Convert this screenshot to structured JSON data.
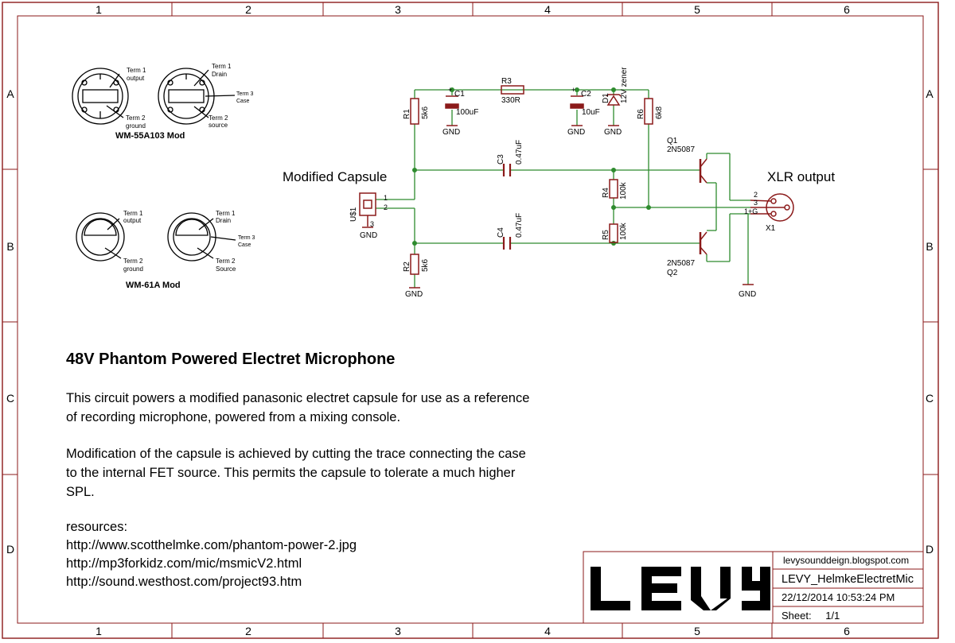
{
  "frame": {
    "col_labels": [
      "1",
      "2",
      "3",
      "4",
      "5",
      "6"
    ],
    "row_labels": [
      "A",
      "B",
      "C",
      "D"
    ]
  },
  "colors": {
    "wire": "#2e8b2e",
    "component": "#8b1a1a",
    "frame": "#8b1a1a",
    "text": "#000000"
  },
  "capsules": {
    "wm55_title": "WM-55A103 Mod",
    "wm61_title": "WM-61A Mod",
    "left_terms": {
      "t1a": "Term 1",
      "t1b": "output",
      "t2a": "Term 2",
      "t2b": "ground"
    },
    "right55_terms": {
      "t1a": "Term 1",
      "t1b": "Drain",
      "t3a": "Term 3",
      "t3b": "Case",
      "t2a": "Term 2",
      "t2b": "source"
    },
    "right61_terms": {
      "t1a": "Term 1",
      "t1b": "Drain",
      "t3a": "Term 3",
      "t3b": "Case",
      "t2a": "Term 2",
      "t2b": "Source"
    }
  },
  "schematic": {
    "modified_capsule_label": "Modified Capsule",
    "xlr_label": "XLR output",
    "labels": {
      "R1": "R1",
      "R1v": "5k6",
      "R2": "R2",
      "R2v": "5k6",
      "R3": "R3",
      "R3v": "330R",
      "R4": "R4",
      "R4v": "100k",
      "R5": "R5",
      "R5v": "100k",
      "R6": "R6",
      "R6v": "6k8",
      "C1": "C1",
      "C1v": "100uF",
      "C2": "C2",
      "C2v": "10uF",
      "C3": "C3",
      "C3v": "0.47uF",
      "C4": "C4",
      "C4v": "0.47uF",
      "D1": "D1",
      "D1v": "12V zener",
      "Q1": "Q1",
      "Q1v": "2N5087",
      "Q2": "Q2",
      "Q2v": "2N5087",
      "U1": "U$1",
      "X1": "X1",
      "gnd": "GND",
      "pin1": "1",
      "pin2": "2",
      "pin3": "3",
      "xlr2": "2",
      "xlr3": "3",
      "xlr1g": "1+G",
      "plus": "+"
    }
  },
  "text": {
    "heading": "48V Phantom Powered Electret Microphone",
    "p1_line1": "This circuit powers a modified panasonic electret capsule for use as a reference",
    "p1_line2": "of recording microphone, powered from a mixing console.",
    "p2_line1": "Modification of the capsule is achieved by cutting the trace connecting the case",
    "p2_line2": "to the internal FET source. This permits the capsule to tolerate a much higher",
    "p2_line3": "SPL.",
    "resources_label": "resources:",
    "links": [
      "http://www.scotthelmke.com/phantom-power-2.jpg",
      "http://mp3forkidz.com/mic/msmicV2.html",
      "http://sound.westhost.com/project93.htm"
    ]
  },
  "title_block": {
    "logo": "LEVY",
    "site": "levysounddeign.blogspot.com",
    "name": "LEVY_HelmkeElectretMic",
    "datetime": "22/12/2014 10:53:24 PM",
    "sheet_label": "Sheet:",
    "sheet_value": "1/1"
  }
}
